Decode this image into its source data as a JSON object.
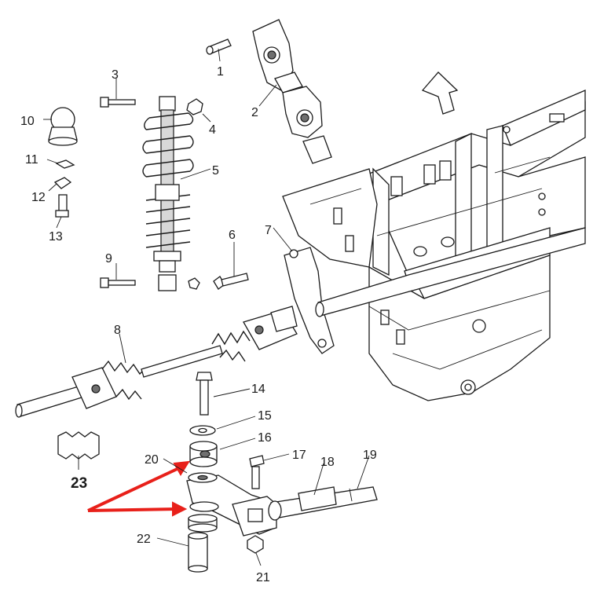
{
  "diagram": {
    "callouts": [
      "1",
      "2",
      "3",
      "4",
      "5",
      "6",
      "7",
      "8",
      "9",
      "10",
      "11",
      "12",
      "13",
      "14",
      "15",
      "16",
      "17",
      "18",
      "19",
      "20",
      "21",
      "22",
      "23"
    ]
  },
  "colors": {
    "line": "#1a1a1a",
    "arrow": "#e8201a",
    "background": "#ffffff"
  }
}
